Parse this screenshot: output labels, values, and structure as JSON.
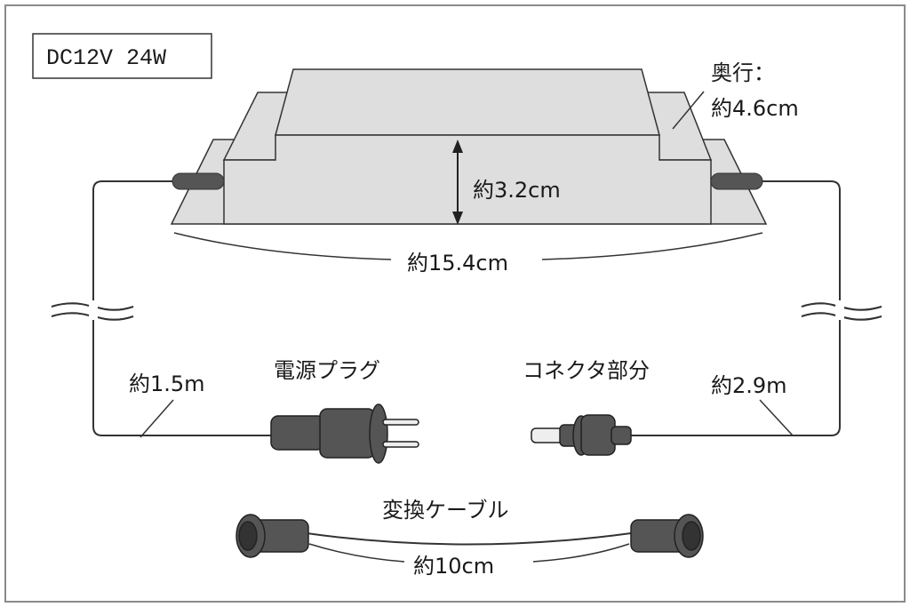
{
  "spec_label": "DC12V 24W",
  "dimensions": {
    "depth_title": "奥行：",
    "depth_value": "約4.6cm",
    "height": "約3.2cm",
    "width": "約15.4cm"
  },
  "cables": {
    "left_length": "約1.5m",
    "right_length": "約2.9m",
    "plug_label": "電源プラグ",
    "connector_label": "コネクタ部分",
    "adapter_label": "変換ケーブル",
    "adapter_length": "約10cm"
  },
  "colors": {
    "body_fill": "#dedede",
    "dark_part": "#555555",
    "line": "#333333",
    "frame": "#8a8a8a"
  }
}
